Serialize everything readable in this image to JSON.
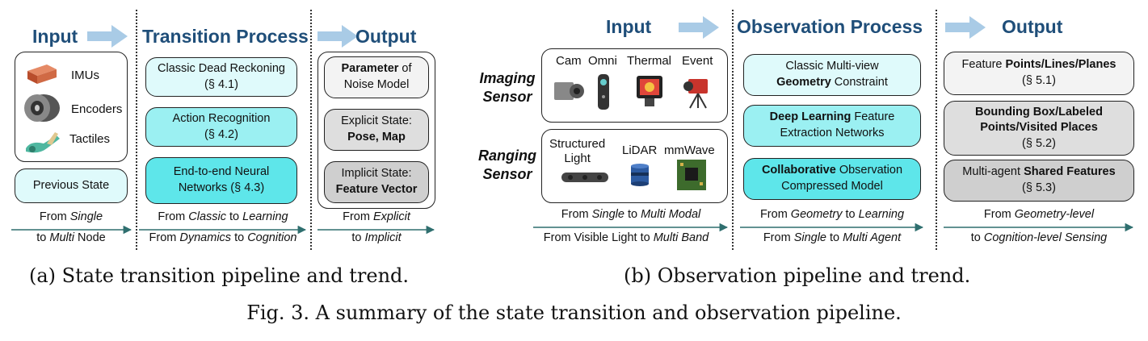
{
  "colors": {
    "heading": "#1f4e79",
    "arrow": "#a9cbe6",
    "trend_arrow": "#2f6f6f"
  },
  "a": {
    "input_heading": "Input",
    "transition_heading": "Transition Process",
    "output_heading": "Output",
    "inputs": [
      {
        "label": "IMUs",
        "icon": "imu-icon"
      },
      {
        "label": "Encoders",
        "icon": "encoder-icon"
      },
      {
        "label": "Tactiles",
        "icon": "tactile-icon"
      }
    ],
    "previous_state": "Previous State",
    "process": {
      "p1_line1": "Classic  Dead Reckoning",
      "p1_line2": "(§ 4.1)",
      "p2_line1": "Action Recognition",
      "p2_line2": "(§ 4.2)",
      "p3_line1": "End-to-end Neural",
      "p3_line2": "Networks (§ 4.3)"
    },
    "outputs": {
      "o1_bold": "Parameter",
      "o1_rest": " of",
      "o1_line2": "Noise Model",
      "o2_line1": "Explicit State:",
      "o2_bold": "Pose, Map",
      "o3_line1": "Implicit State:",
      "o3_bold": "Feature Vector"
    },
    "trends": {
      "t1_a": "From ",
      "t1_b": "Single",
      "t1_c": "to ",
      "t1_d": "Multi",
      "t1_e": " Node",
      "t2_a": "From ",
      "t2_b": "Classic",
      "t2_c": " to ",
      "t2_d": "Learning",
      "t3_a": "From ",
      "t3_b": "Dynamics",
      "t3_c": " to ",
      "t3_d": "Cognition",
      "t4_a": "From ",
      "t4_b": "Explicit",
      "t4_c": "to ",
      "t4_d": "Implicit"
    },
    "caption": "(a) State transition pipeline and trend."
  },
  "b": {
    "input_heading": "Input",
    "observation_heading": "Observation Process",
    "output_heading": "Output",
    "imaging_line1": "Imaging",
    "imaging_line2": "Sensor",
    "ranging_line1": "Ranging",
    "ranging_line2": "Sensor",
    "imaging_items": [
      "Cam",
      "Omni",
      "Thermal",
      "Event"
    ],
    "ranging_items": {
      "structured_line1": "Structured",
      "structured_line2": "Light",
      "lidar": "LiDAR",
      "mmwave": "mmWave"
    },
    "process": {
      "p1_line1": "Classic Multi-view",
      "p1_bold": "Geometry",
      "p1_rest": " Constraint",
      "p2_bold": "Deep Learning",
      "p2_rest": " Feature",
      "p2_line2": "Extraction Networks",
      "p3_bold": "Collaborative",
      "p3_rest": " Observation",
      "p3_line2": "Compressed Model"
    },
    "outputs": {
      "o1_a": "Feature ",
      "o1_bold": "Points/Lines/Planes",
      "o1_line2": "(§ 5.1)",
      "o2_bold1": "Bounding Box/Labeled",
      "o2_bold2": "Points/Visited Places",
      "o2_line3": "(§ 5.2)",
      "o3_a": "Multi-agent ",
      "o3_bold": "Shared  Features",
      "o3_line2": "(§ 5.3)"
    },
    "trends": {
      "t1_a": "From ",
      "t1_b": "Single",
      "t1_c": " to ",
      "t1_d": "Multi Modal",
      "t2_a": "From Visible Light to ",
      "t2_b": "Multi Band",
      "t3_a": "From ",
      "t3_b": "Geometry",
      "t3_c": " to ",
      "t3_d": "Learning",
      "t4_a": "From ",
      "t4_b": "Single",
      "t4_c": " to ",
      "t4_d": "Multi Agent",
      "t5_a": "From ",
      "t5_b": "Geometry-level",
      "t6_a": "to ",
      "t6_b": "Cognition-level Sensing"
    },
    "caption": "(b) Observation pipeline and trend."
  },
  "figure_caption": "Fig. 3.  A summary of the state transition and observation pipeline."
}
